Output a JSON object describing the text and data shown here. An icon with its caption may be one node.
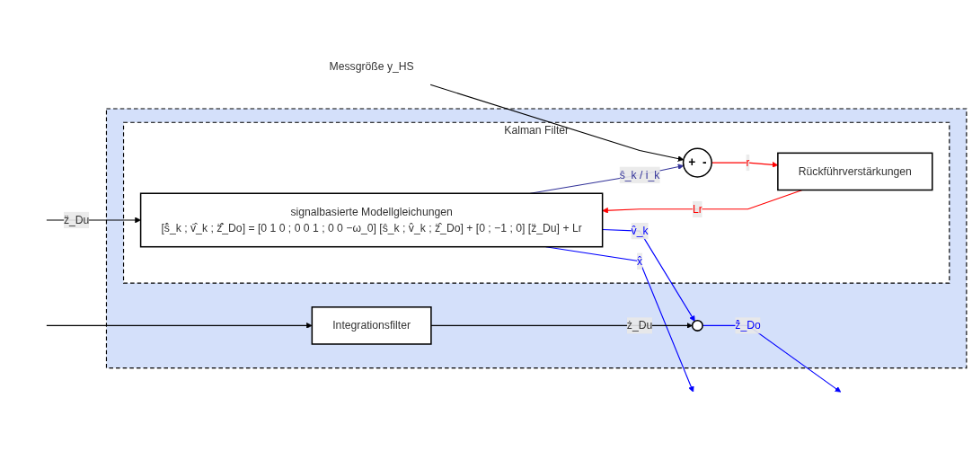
{
  "diagram": {
    "nodes": [
      {
        "text": [],
        "shape": "box"
      },
      {
        "text": [
          "Kalman Filter"
        ],
        "in": 0
      },
      {
        "text": [
          "signalbasierte Modellgleichungen",
          "[ṡ̂_k ; v̇̂_k ; z̈̇̂_Do] = [0 1 0 ; 0 0 1 ; 0 0 −ω_0] [ŝ_k ; v̂_k ; z̈̂_Do] + [0 ; −1 ; 0] [z̈_Du] + Lr"
        ],
        "in": 1
      },
      {
        "text": [
          "+",
          "-"
        ],
        "in": 1
      },
      {
        "text": [
          "Rückführverstärkungen"
        ],
        "in": 1
      },
      {
        "text": [
          "Integrationsfilter"
        ],
        "in": 0
      },
      {
        "text": [],
        "shape": "circle",
        "in": 0
      },
      {
        "text": [
          "Messgröße y_HS"
        ]
      }
    ],
    "edges": [
      {
        "from": null,
        "to": 2,
        "arrow": "to",
        "label": "z̈_Du"
      },
      {
        "from": null,
        "to": 5,
        "arrow": "to"
      },
      {
        "from": 7,
        "to": 3,
        "arrow": "to"
      },
      {
        "from": 2,
        "to": 3,
        "arrow": "to",
        "label": "ŝ_k / i_k",
        "color": "#333399"
      },
      {
        "from": 3,
        "to": 4,
        "arrow": "to",
        "label": "r",
        "color": "#ff0000"
      },
      {
        "from": 4,
        "to": 2,
        "arrow": "to",
        "label": "Lr",
        "color": "#ff0000"
      },
      {
        "from": 2,
        "to": null,
        "arrow": "to",
        "label": "x̂",
        "color": "#0000ff"
      },
      {
        "from": 2,
        "to": 6,
        "arrow": "to",
        "label": "v̂_k",
        "color": "#0000ff"
      },
      {
        "from": 5,
        "to": 6,
        "arrow": "to",
        "label": "ż_Du"
      },
      {
        "from": 6,
        "to": null,
        "arrow": "to",
        "label": "ż̂_Do",
        "color": "#0000ff"
      }
    ]
  }
}
